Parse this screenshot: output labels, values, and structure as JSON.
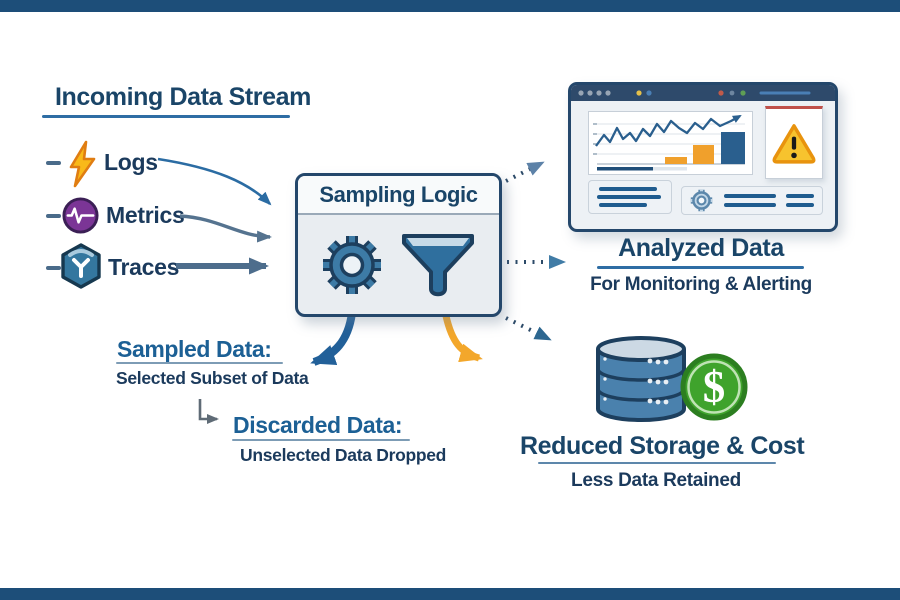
{
  "page": {
    "background": "#ffffff",
    "top_bar_color": "#1d4e79",
    "bottom_bar_color": "#1d4e79"
  },
  "incoming_stream": {
    "title": "Incoming Data Stream",
    "items": [
      {
        "label": "Logs",
        "icon": "lightning-bolt-icon"
      },
      {
        "label": "Metrics",
        "icon": "pulse-circle-icon"
      },
      {
        "label": "Traces",
        "icon": "trace-hexagon-icon"
      }
    ]
  },
  "sampling_box": {
    "title": "Sampling Logic",
    "icons": [
      "gear-icon",
      "funnel-icon"
    ]
  },
  "analyzed_data": {
    "title": "Analyzed Data",
    "subtitle": "For Monitoring & Alerting"
  },
  "sampled_data": {
    "title": "Sampled Data:",
    "subtitle": "Selected Subset of Data"
  },
  "discarded_data": {
    "title": "Discarded Data:",
    "subtitle": "Unselected Data Dropped"
  },
  "reduced_storage": {
    "title": "Reduced Storage & Cost",
    "subtitle": "Less Data Retained",
    "dollar_sign": "$"
  },
  "colors": {
    "heading_navy": "#1a4568",
    "body_navy": "#1b3a5c",
    "accent_blue": "#2b6ca3",
    "steel_blue": "#3d7ba6",
    "slate_arrow": "#4d6d8c",
    "orange": "#f3a72b",
    "warning_yellow": "#f7c32e",
    "warning_border": "#e8930e",
    "coin_green": "#3fa32c",
    "metrics_purple": "#7b3596",
    "bar_navy": "#1d4e79"
  }
}
